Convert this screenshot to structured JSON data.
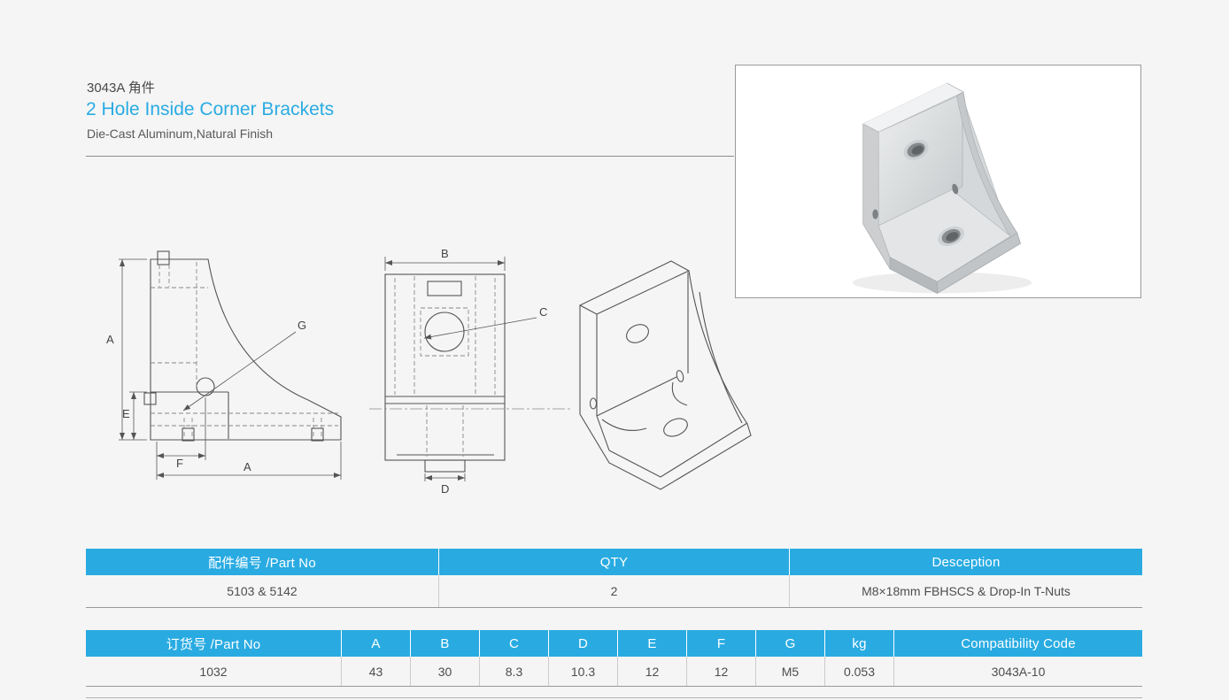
{
  "header": {
    "part_code": "3043A 角件",
    "title": "2 Hole Inside Corner Brackets",
    "subtitle": "Die-Cast Aluminum,Natural Finish"
  },
  "drawings": {
    "labels": {
      "a": "A",
      "b": "B",
      "c": "C",
      "d": "D",
      "e": "E",
      "f": "F",
      "g": "G"
    }
  },
  "parts_table": {
    "headers": [
      "配件编号 /Part No",
      "QTY",
      "Desception"
    ],
    "row": [
      "5103 & 5142",
      "2",
      "M8×18mm FBHSCS & Drop-In T-Nuts"
    ]
  },
  "spec_table": {
    "headers": [
      "订货号 /Part No",
      "A",
      "B",
      "C",
      "D",
      "E",
      "F",
      "G",
      "kg",
      "Compatibility Code"
    ],
    "row": [
      "1032",
      "43",
      "30",
      "8.3",
      "10.3",
      "12",
      "12",
      "M5",
      "0.053",
      "3043A-10"
    ]
  },
  "colors": {
    "accent": "#29abe2",
    "table_header_bg": "#29abe2",
    "page_bg": "#f5f5f5",
    "rule_line": "#8c8c8c"
  }
}
